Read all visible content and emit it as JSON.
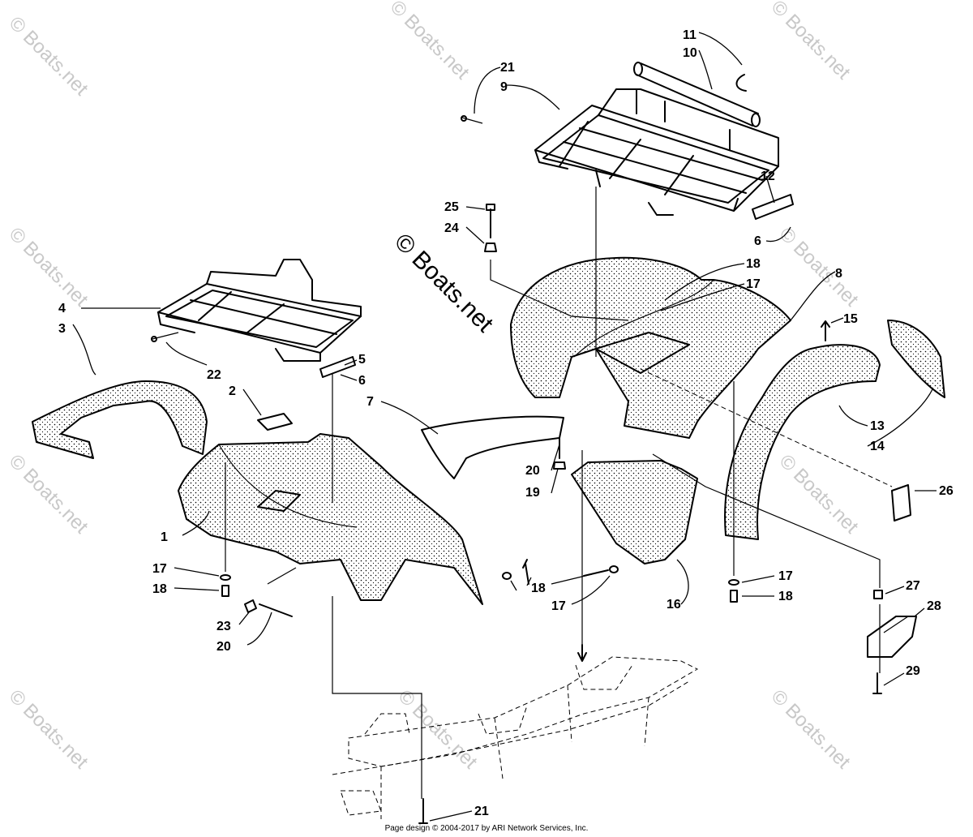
{
  "watermark": {
    "text": "© Boats.net",
    "main_text": "© Boats.net"
  },
  "footer": {
    "text": "Page design © 2004-2017 by ARI Network Services, Inc."
  },
  "callouts": [
    {
      "id": "c1",
      "text": "1"
    },
    {
      "id": "c2",
      "text": "2"
    },
    {
      "id": "c3",
      "text": "3"
    },
    {
      "id": "c4",
      "text": "4"
    },
    {
      "id": "c5",
      "text": "5"
    },
    {
      "id": "c6a",
      "text": "6"
    },
    {
      "id": "c6b",
      "text": "6"
    },
    {
      "id": "c7",
      "text": "7"
    },
    {
      "id": "c8",
      "text": "8"
    },
    {
      "id": "c9",
      "text": "9"
    },
    {
      "id": "c10",
      "text": "10"
    },
    {
      "id": "c11",
      "text": "11"
    },
    {
      "id": "c12",
      "text": "12"
    },
    {
      "id": "c13",
      "text": "13"
    },
    {
      "id": "c14",
      "text": "14"
    },
    {
      "id": "c15",
      "text": "15"
    },
    {
      "id": "c16",
      "text": "16"
    },
    {
      "id": "c17a",
      "text": "17"
    },
    {
      "id": "c17b",
      "text": "17"
    },
    {
      "id": "c17c",
      "text": "17"
    },
    {
      "id": "c17d",
      "text": "17"
    },
    {
      "id": "c18a",
      "text": "18"
    },
    {
      "id": "c18b",
      "text": "18"
    },
    {
      "id": "c18c",
      "text": "18"
    },
    {
      "id": "c18d",
      "text": "18"
    },
    {
      "id": "c19",
      "text": "19"
    },
    {
      "id": "c20a",
      "text": "20"
    },
    {
      "id": "c20b",
      "text": "20"
    },
    {
      "id": "c21a",
      "text": "21"
    },
    {
      "id": "c21b",
      "text": "21"
    },
    {
      "id": "c22",
      "text": "22"
    },
    {
      "id": "c23",
      "text": "23"
    },
    {
      "id": "c24",
      "text": "24"
    },
    {
      "id": "c25",
      "text": "25"
    },
    {
      "id": "c26",
      "text": "26"
    },
    {
      "id": "c27",
      "text": "27"
    },
    {
      "id": "c28",
      "text": "28"
    },
    {
      "id": "c29",
      "text": "29"
    }
  ]
}
